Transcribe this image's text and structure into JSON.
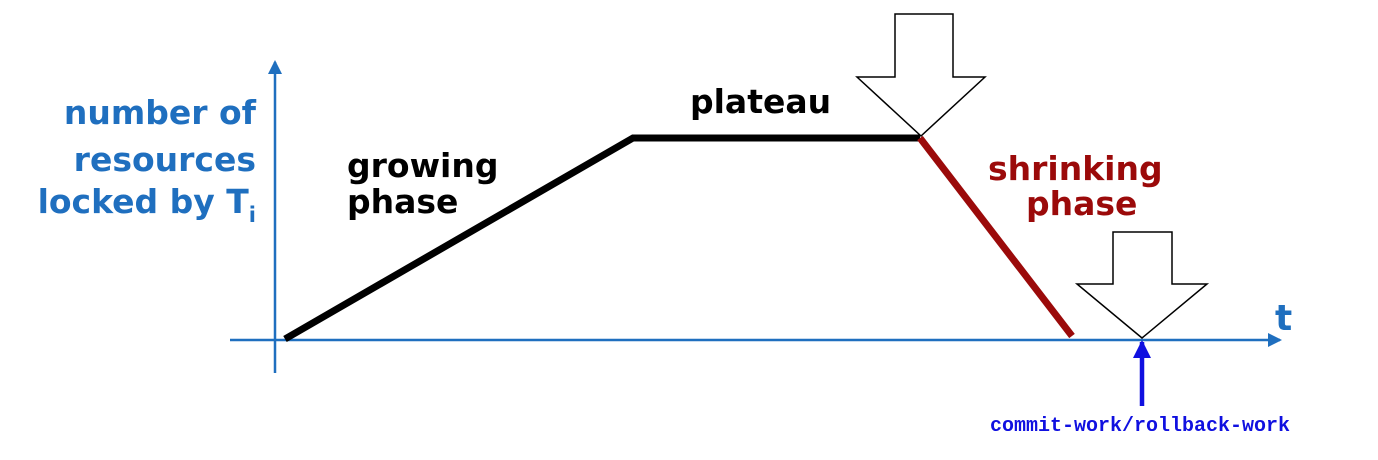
{
  "y_axis_label": {
    "line1": "number of",
    "line2": "resources",
    "line3_main": "locked by T",
    "line3_sub": "i"
  },
  "x_axis_label": "t",
  "segments": {
    "growing": {
      "line1": "growing",
      "line2": "phase"
    },
    "plateau": "plateau",
    "shrinking": {
      "line1": "shrinking",
      "line2": "phase"
    }
  },
  "commit_label": "commit-work/rollback-work",
  "colors": {
    "axis": "#1f6fbf",
    "axis_label": "#1f6fbf",
    "curve": "#000000",
    "shrinking": "#9b0a0a",
    "commit_arrow": "#1010e0",
    "commit_text": "#1010e0",
    "hollow_arrow_fill": "#ffffff",
    "hollow_arrow_stroke": "#000000"
  },
  "icons": {
    "lock_point_marker": "down-arrow-icon",
    "end_marker": "down-arrow-icon",
    "commit_pointer": "up-arrow-icon"
  }
}
